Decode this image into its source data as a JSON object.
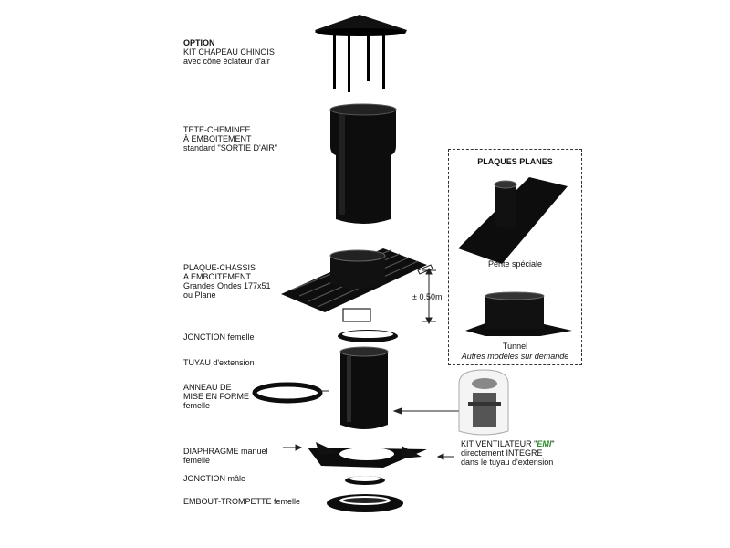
{
  "labels": {
    "option": [
      "OPTION",
      "KIT CHAPEAU CHINOIS",
      "avec cône éclateur d'air"
    ],
    "tete": [
      "TETE-CHEMINEE",
      "À EMBOITEMENT",
      "standard \"SORTIE D'AIR\""
    ],
    "plaque": [
      "PLAQUE-CHASSIS",
      "A EMBOITEMENT",
      "Grandes Ondes 177x51",
      "ou Plane"
    ],
    "jonction_f": "JONCTION femelle",
    "tuyau": "TUYAU d'extension",
    "anneau": [
      "ANNEAU DE",
      "MISE EN FORME",
      "femelle"
    ],
    "diaphragme": [
      "DIAPHRAGME manuel",
      "femelle"
    ],
    "jonction_m": "JONCTION mâle",
    "embout": "EMBOUT-TROMPETTE femelle",
    "dimension": "± 0.50m"
  },
  "panel": {
    "title": "PLAQUES PLANES",
    "pente": "Pente spéciale",
    "tunnel": "Tunnel",
    "autres": "Autres modèles sur demande"
  },
  "kit": {
    "line1_prefix": "KIT VENTILATEUR \"",
    "brand": "EMI",
    "line1_suffix": "\"",
    "line2": "directement INTEGRE",
    "line3": "dans le tuyau d'extension"
  },
  "colors": {
    "part": "#0d0d0d",
    "brand": "#2e8b2e"
  }
}
